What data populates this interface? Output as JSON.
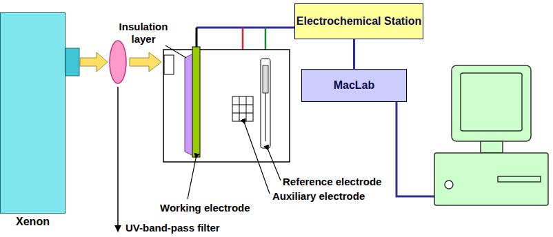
{
  "diagram": {
    "nodes": [
      {
        "text": [
          "Xenon"
        ]
      },
      {
        "text": [
          "Electrochemical Station"
        ]
      },
      {
        "text": [
          "MacLab"
        ]
      }
    ],
    "edges": [
      {
        "from": 1,
        "to": 2,
        "arrow": "none"
      }
    ],
    "labels": [
      "Insulation layer",
      "UV-band-pass filter",
      "Working electrode",
      "Auxiliary electrode",
      "Reference electrode"
    ]
  }
}
